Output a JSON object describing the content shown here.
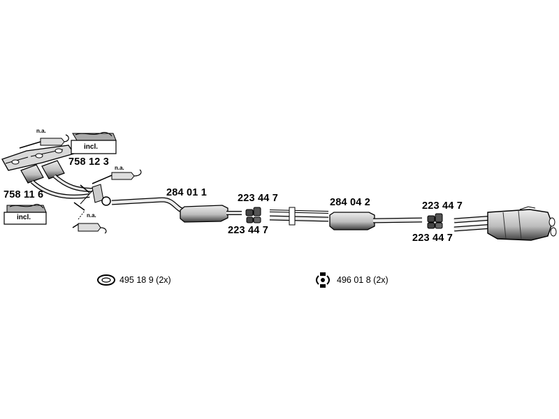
{
  "parts": {
    "manifold_right": "758 12 3",
    "manifold_left": "758 11 6",
    "front_pipe": "284 01 1",
    "clamp_1_top": "223 44 7",
    "clamp_1_bottom": "223 44 7",
    "middle_silencer": "284 04 2",
    "clamp_2_top": "223 44 7",
    "clamp_2_bottom": "223 44 7"
  },
  "notes": {
    "na_top": "n.a.",
    "na_mid": "n.a.",
    "na_bottom": "n.a.",
    "incl_top": "incl.",
    "incl_bottom": "incl."
  },
  "legend": {
    "gasket": "495 18 9",
    "gasket_qty": "(2x)",
    "rubber_mount": "496 01 8",
    "rubber_mount_qty": "(2x)"
  },
  "icons": [
    "oxygen-sensor-icon",
    "gasket-kit-icon",
    "gasket-ring-icon",
    "rubber-mount-icon"
  ],
  "colors": {
    "line": "#000000",
    "fill_light": "#e6e6e6",
    "fill_mid": "#bdbdbd",
    "fill_dark": "#5a5a5a"
  }
}
